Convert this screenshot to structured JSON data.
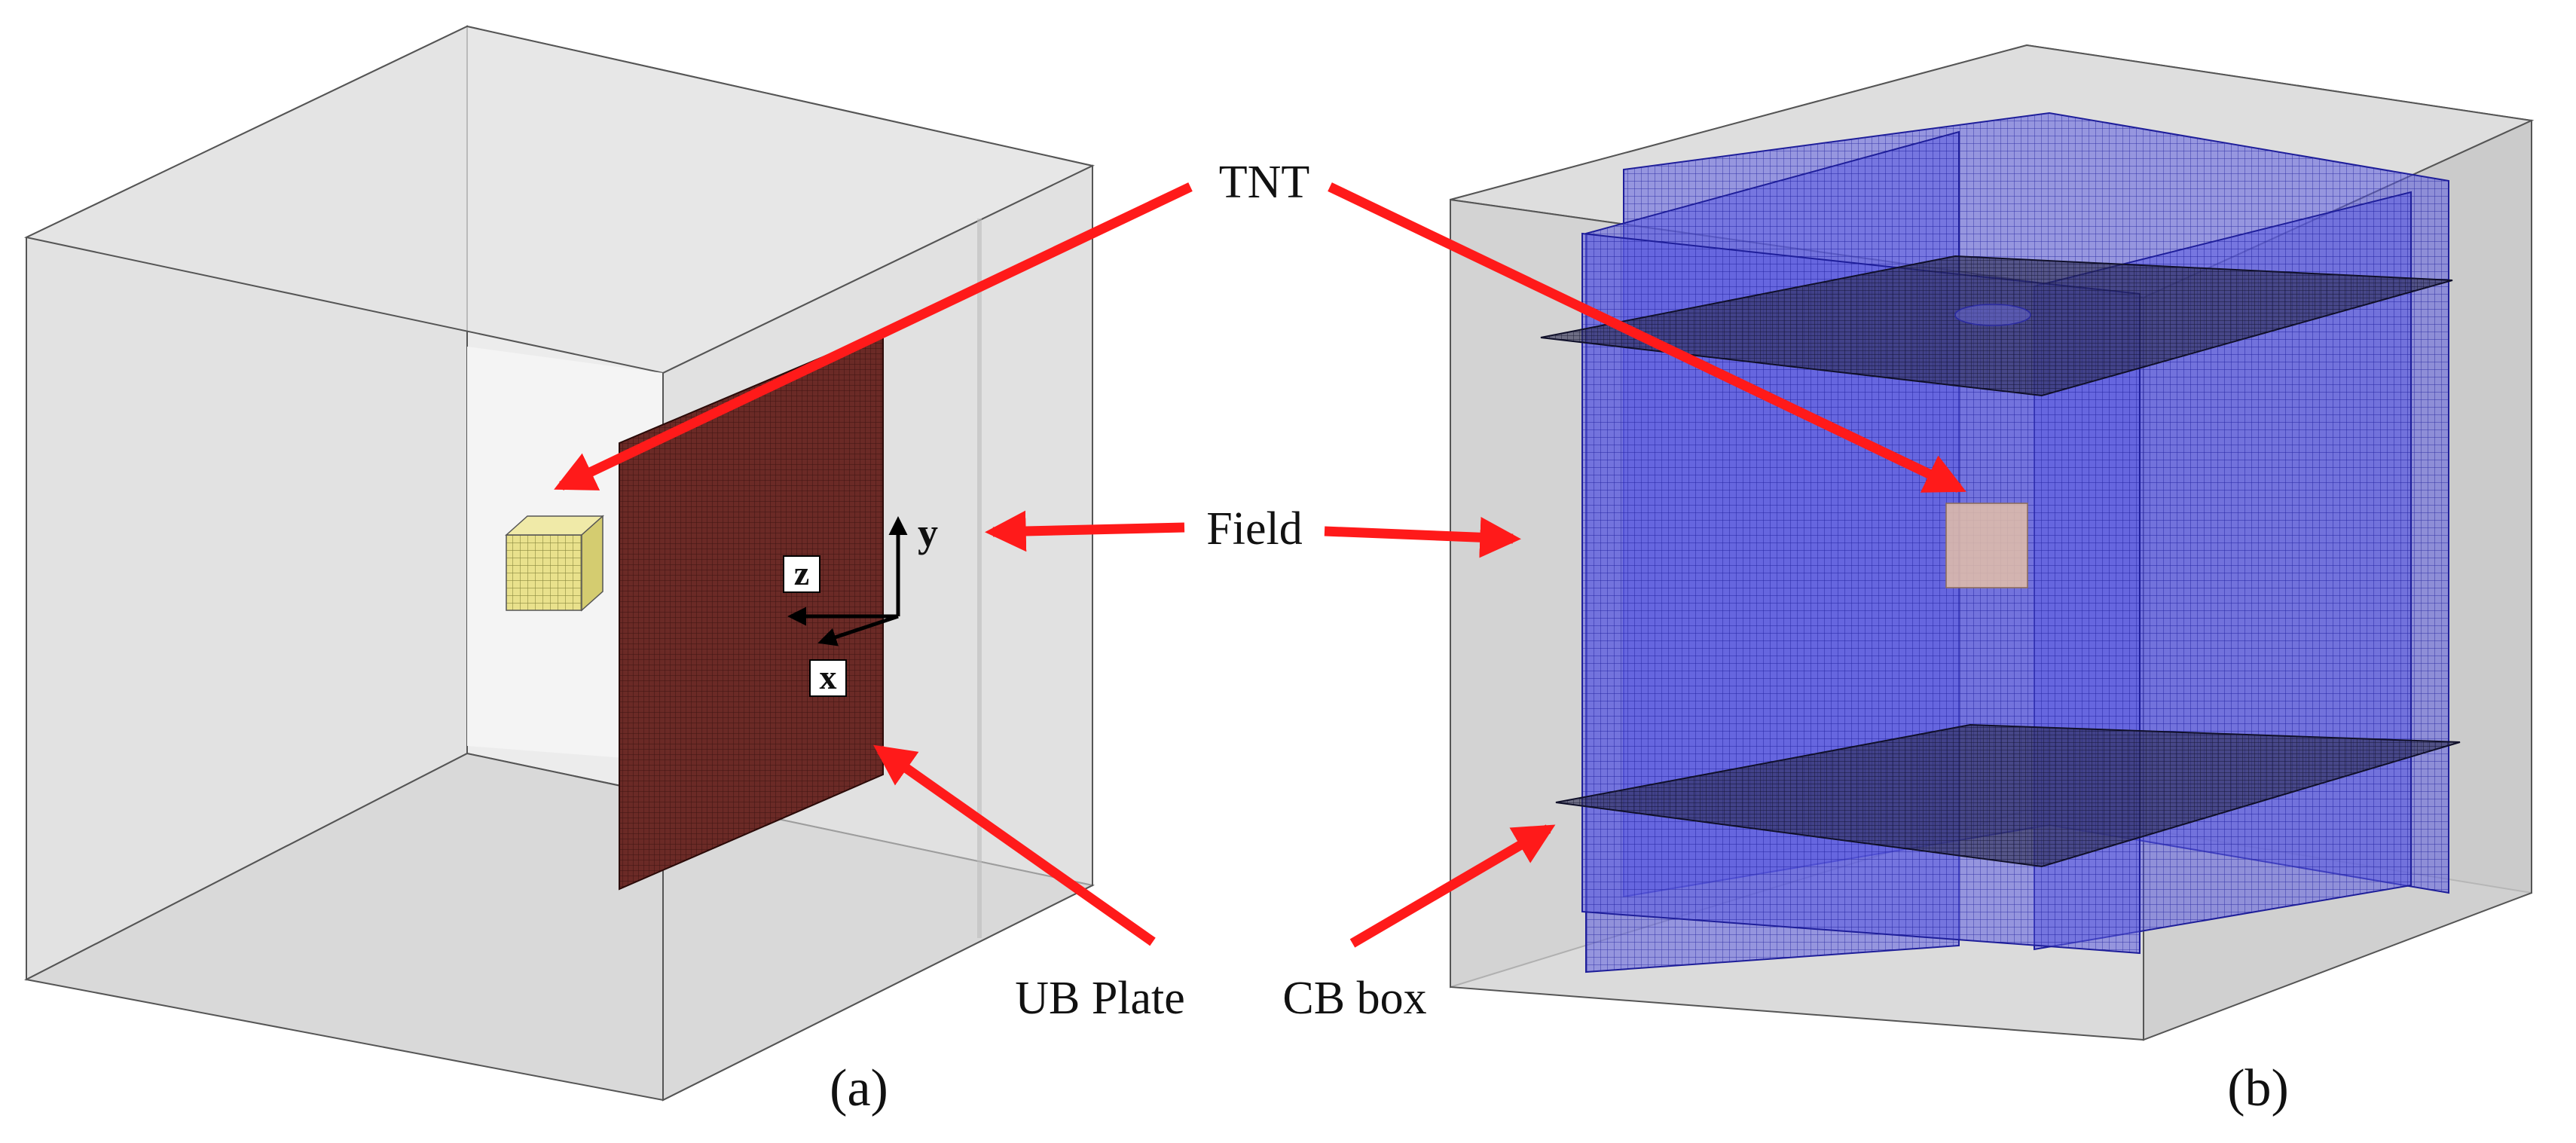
{
  "labels": {
    "tnt": "TNT",
    "field": "Field",
    "ub_plate": "UB Plate",
    "cb_box": "CB box"
  },
  "axes": {
    "x": "x",
    "y": "y",
    "z": "z"
  },
  "panels": {
    "a": "(a)",
    "b": "(b)"
  },
  "colors": {
    "arrow": "#ff1a1a",
    "plate": "#6b2a26",
    "tnt_block": "#e8e08a",
    "cb_mesh": "#3a3ad0",
    "field_box": "#d8d8d8"
  }
}
